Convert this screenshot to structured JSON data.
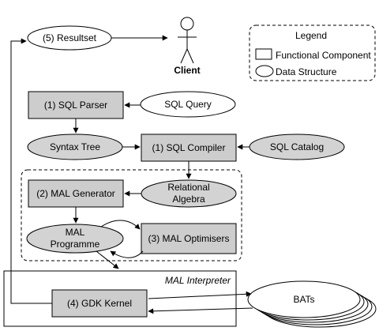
{
  "nodes": {
    "resultset": "(5) Resultset",
    "client": "Client",
    "sql_query": "SQL Query",
    "sql_parser": "(1) SQL Parser",
    "syntax_tree": "Syntax Tree",
    "sql_compiler": "(1) SQL Compiler",
    "sql_catalog": "SQL Catalog",
    "mal_generator": "(2) MAL Generator",
    "relational_algebra": [
      "Relational",
      "Algebra"
    ],
    "mal_programme": [
      "MAL",
      "Programme"
    ],
    "mal_optimisers": "(3) MAL Optimisers",
    "gdk_kernel": "(4) GDK Kernel",
    "bats": "BATs"
  },
  "mal_interpreter_label": "MAL Interpreter",
  "legend": {
    "title": "Legend",
    "functional_component": "Functional Component",
    "data_structure": "Data Structure"
  },
  "colors": {
    "component_fill": "#cdcdcd",
    "data_fill": "#d3d3d3",
    "white": "#ffffff",
    "stroke": "#000000"
  }
}
